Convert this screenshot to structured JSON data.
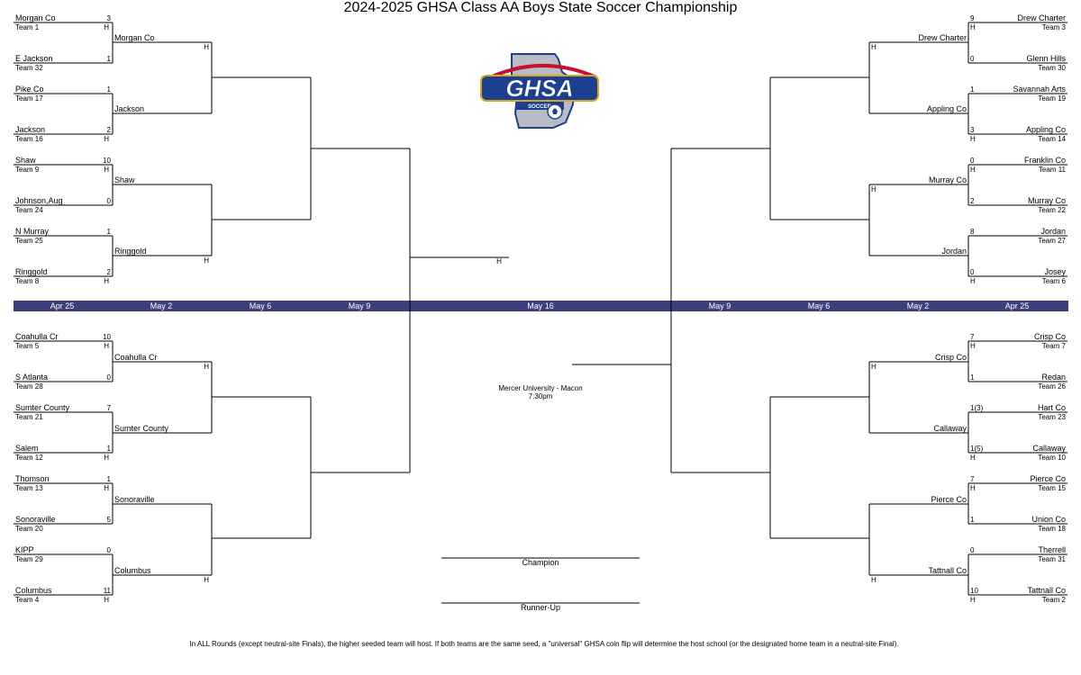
{
  "title": "2024-2025 GHSA Class AA Boys State Soccer Championship",
  "footnote": "In ALL Rounds (except neutral-site Finals), the higher seeded team will host. If both teams are the same seed, a \"universal\" GHSA coin flip will determine the host school (or the designated home team in a neutral-site Final).",
  "logo": {
    "text": "GHSA",
    "subtext": "SOCCER"
  },
  "date_bar": {
    "left": [
      "Apr 25",
      "May 2",
      "May 6",
      "May 9"
    ],
    "center": "May 16",
    "right": [
      "May 9",
      "May 6",
      "May 2",
      "Apr 25"
    ]
  },
  "final": {
    "venue": "Mercer University - Macon",
    "time": "7:30pm",
    "top_home": "H",
    "champion_label": "Champion",
    "runnerup_label": "Runner-Up"
  },
  "left": {
    "r1": [
      {
        "name": "Morgan Co",
        "team": "Team 1",
        "score": "3",
        "home": "H"
      },
      {
        "name": "E Jackson",
        "team": "Team 32",
        "score": "1",
        "home": ""
      },
      {
        "name": "Pike Co",
        "team": "Team 17",
        "score": "1",
        "home": ""
      },
      {
        "name": "Jackson",
        "team": "Team 16",
        "score": "2",
        "home": "H"
      },
      {
        "name": "Shaw",
        "team": "Team 9",
        "score": "10",
        "home": "H"
      },
      {
        "name": "Johnson,Aug",
        "team": "Team 24",
        "score": "0",
        "home": ""
      },
      {
        "name": "N Murray",
        "team": "Team 25",
        "score": "1",
        "home": ""
      },
      {
        "name": "Ringgold",
        "team": "Team 8",
        "score": "2",
        "home": "H"
      },
      {
        "name": "Coahulla Cr",
        "team": "Team 5",
        "score": "10",
        "home": "H"
      },
      {
        "name": "S Atlanta",
        "team": "Team 28",
        "score": "0",
        "home": ""
      },
      {
        "name": "Sumter County",
        "team": "Team 21",
        "score": "7",
        "home": ""
      },
      {
        "name": "Salem",
        "team": "Team 12",
        "score": "1",
        "home": "H"
      },
      {
        "name": "Thomson",
        "team": "Team 13",
        "score": "1",
        "home": "H"
      },
      {
        "name": "Sonoraville",
        "team": "Team 20",
        "score": "5",
        "home": ""
      },
      {
        "name": "KIPP",
        "team": "Team 29",
        "score": "0",
        "home": ""
      },
      {
        "name": "Columbus",
        "team": "Team 4",
        "score": "11",
        "home": "H"
      }
    ],
    "r2": [
      {
        "name": "Morgan Co",
        "home": "H"
      },
      {
        "name": "Jackson",
        "home": ""
      },
      {
        "name": "Shaw",
        "home": ""
      },
      {
        "name": "Ringgold",
        "home": "H"
      },
      {
        "name": "Coahulla Cr",
        "home": "H"
      },
      {
        "name": "Sumter County",
        "home": ""
      },
      {
        "name": "Sonoraville",
        "home": ""
      },
      {
        "name": "Columbus",
        "home": "H"
      }
    ]
  },
  "right": {
    "r1": [
      {
        "name": "Drew Charter",
        "team": "Team 3",
        "score": "9",
        "home": "H"
      },
      {
        "name": "Glenn Hills",
        "team": "Team 30",
        "score": "0",
        "home": ""
      },
      {
        "name": "Savannah Arts",
        "team": "Team 19",
        "score": "1",
        "home": ""
      },
      {
        "name": "Appling Co",
        "team": "Team 14",
        "score": "3",
        "home": "H"
      },
      {
        "name": "Franklin Co",
        "team": "Team 11",
        "score": "0",
        "home": "H"
      },
      {
        "name": "Murray Co",
        "team": "Team 22",
        "score": "2",
        "home": ""
      },
      {
        "name": "Jordan",
        "team": "Team 27",
        "score": "8",
        "home": ""
      },
      {
        "name": "Josey",
        "team": "Team 6",
        "score": "0",
        "home": "H"
      },
      {
        "name": "Crisp Co",
        "team": "Team 7",
        "score": "7",
        "home": "H"
      },
      {
        "name": "Redan",
        "team": "Team 26",
        "score": "1",
        "home": ""
      },
      {
        "name": "Hart Co",
        "team": "Team 23",
        "score": "1(3)",
        "home": ""
      },
      {
        "name": "Callaway",
        "team": "Team 10",
        "score": "1(5)",
        "home": "H"
      },
      {
        "name": "Pierce Co",
        "team": "Team 15",
        "score": "7",
        "home": "H"
      },
      {
        "name": "Union Co",
        "team": "Team 18",
        "score": "1",
        "home": ""
      },
      {
        "name": "Therrell",
        "team": "Team 31",
        "score": "0",
        "home": ""
      },
      {
        "name": "Tattnall Co",
        "team": "Team 2",
        "score": "10",
        "home": "H"
      }
    ],
    "r2": [
      {
        "name": "Drew Charter",
        "home": "H"
      },
      {
        "name": "Appling Co",
        "home": ""
      },
      {
        "name": "Murray Co",
        "home": "H"
      },
      {
        "name": "Jordan",
        "home": ""
      },
      {
        "name": "Crisp Co",
        "home": "H"
      },
      {
        "name": "Callaway",
        "home": ""
      },
      {
        "name": "Pierce Co",
        "home": ""
      },
      {
        "name": "Tattnall Co",
        "home": "H"
      }
    ]
  },
  "colors": {
    "date_bar": "#3b3f7c",
    "logo_blue": "#1d3f8f",
    "logo_red": "#c8102e",
    "logo_gold": "#d9a520",
    "logo_grey": "#b8bcc4"
  }
}
